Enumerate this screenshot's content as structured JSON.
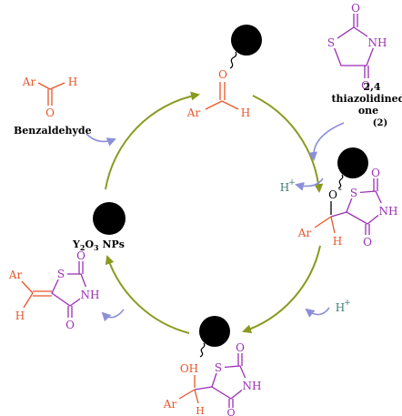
{
  "colors": {
    "orange": "#e8562a",
    "purple": "#9b2fb5",
    "olive": "#8a9a1f",
    "lavender": "#8c8fd8",
    "teal": "#3e7d74",
    "black": "#000000"
  },
  "labels": {
    "ar": "Ar",
    "h": "H",
    "o": "O",
    "s": "S",
    "nh": "NH",
    "oh": "OH",
    "o_minus": "O",
    "minus": "-",
    "h_plus": "H",
    "plus": "+",
    "benzaldehyde": "Benzaldehyde",
    "tzd_line1": "2,4",
    "tzd_line2": "thiazolidinedi",
    "tzd_line3": "one",
    "tzd_number": "(2)",
    "catalyst_y": "Y",
    "catalyst_sub1": "2",
    "catalyst_o": "O",
    "catalyst_sub2": "3",
    "catalyst_rest": " NPs"
  }
}
